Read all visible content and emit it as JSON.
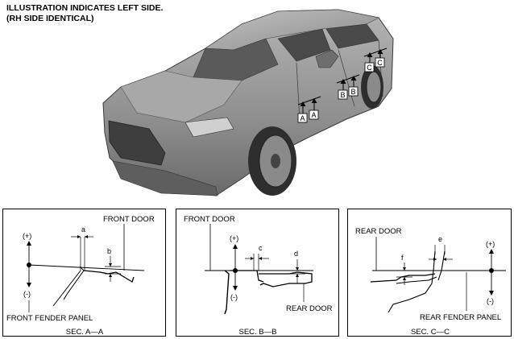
{
  "note": {
    "line1": "ILLUSTRATION INDICATES LEFT SIDE.",
    "line2": "(RH SIDE IDENTICAL)"
  },
  "callouts": {
    "a_left": "A",
    "a_right": "A",
    "b_left": "B",
    "b_right": "B",
    "c_left": "C",
    "c_right": "C"
  },
  "sections": {
    "aa": {
      "title": "SEC. A—A",
      "upper_label": "FRONT DOOR",
      "lower_label": "FRONT FENDER PANEL",
      "plus": "(+)",
      "minus": "(-)",
      "dim1": "a",
      "dim2": "b"
    },
    "bb": {
      "title": "SEC. B—B",
      "upper_label": "FRONT DOOR",
      "lower_label": "REAR DOOR",
      "plus": "(+)",
      "minus": "(-)",
      "dim1": "c",
      "dim2": "d"
    },
    "cc": {
      "title": "SEC. C—C",
      "upper_label": "REAR DOOR",
      "lower_label": "REAR FENDER PANEL",
      "plus": "(+)",
      "minus": "(-)",
      "dim1": "e",
      "dim2": "f"
    }
  },
  "colors": {
    "body": "#9a9a9a",
    "shadow": "#6e6e6e",
    "glass": "#4a4a4a",
    "line": "#000000"
  }
}
